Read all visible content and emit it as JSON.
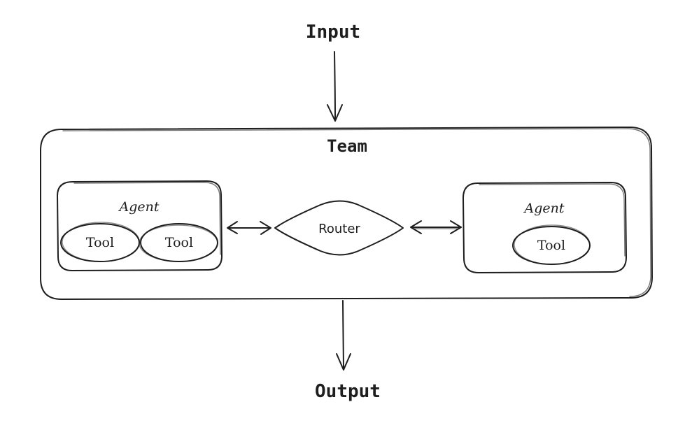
{
  "diagram": {
    "input_label": "Input",
    "output_label": "Output",
    "team": {
      "label": "Team"
    },
    "left_agent": {
      "label": "Agent",
      "tools": [
        "Tool",
        "Tool"
      ]
    },
    "router": {
      "label": "Router"
    },
    "right_agent": {
      "label": "Agent",
      "tools": [
        "Tool"
      ]
    }
  }
}
